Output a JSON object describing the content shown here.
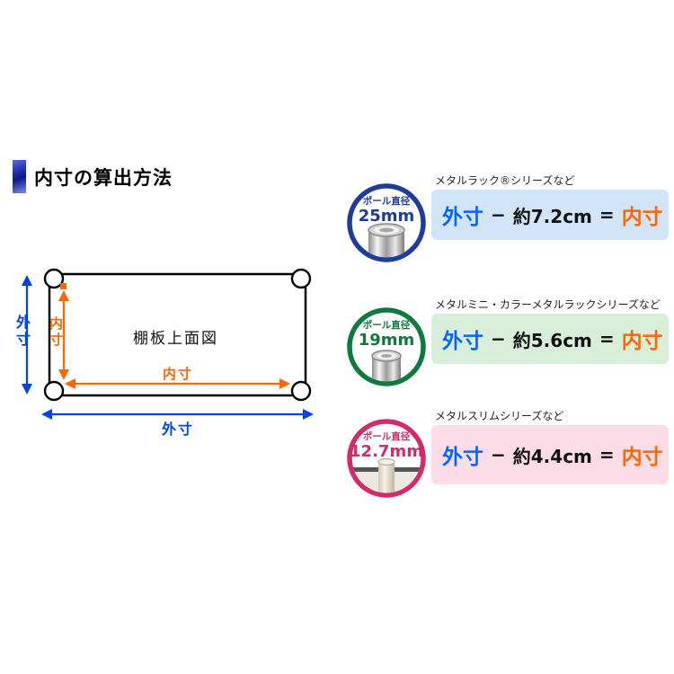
{
  "header": {
    "title": "内寸の算出方法"
  },
  "diagram": {
    "title": "棚板上面図",
    "outer_label_vertical": "外寸",
    "outer_label_horizontal": "外寸",
    "inner_label_vertical": "内寸",
    "inner_label_horizontal": "内寸",
    "colors": {
      "outer": "#0044ee",
      "inner": "#ff6600",
      "outline": "#000000"
    }
  },
  "rows": [
    {
      "caption": "メタルラック®シリーズなど",
      "badge": {
        "label": "ポール直径",
        "diameter": "25mm"
      },
      "formula": {
        "outer": "外寸",
        "operator": "−",
        "value": "約7.2cm",
        "equals": "=",
        "inner": "内寸"
      },
      "colors": {
        "ring": "#1e3c9b",
        "box_bg": "#d2e5f8"
      }
    },
    {
      "caption": "メタルミニ・カラーメタルラックシリーズなど",
      "badge": {
        "label": "ポール直径",
        "diameter": "19mm"
      },
      "formula": {
        "outer": "外寸",
        "operator": "−",
        "value": "約5.6cm",
        "equals": "=",
        "inner": "内寸"
      },
      "colors": {
        "ring": "#0e7a3e",
        "box_bg": "#d8eed8"
      }
    },
    {
      "caption": "メタルスリムシリーズなど",
      "badge": {
        "label": "ポール直径",
        "diameter": "12.7mm"
      },
      "formula": {
        "outer": "外寸",
        "operator": "−",
        "value": "約4.4cm",
        "equals": "=",
        "inner": "内寸"
      },
      "colors": {
        "ring": "#d42a6b",
        "box_bg": "#fcdce6"
      }
    }
  ]
}
